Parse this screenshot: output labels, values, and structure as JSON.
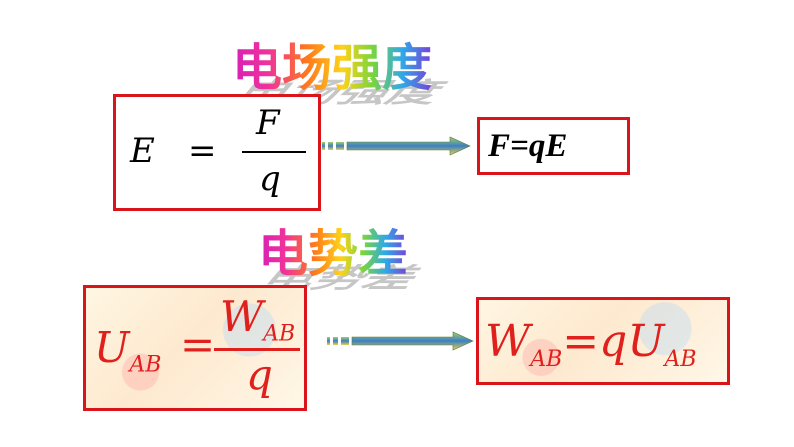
{
  "titles": {
    "field": "电场强度",
    "potential": "电势差"
  },
  "formula1": {
    "lhs": "E",
    "eq": "=",
    "numerator": "F",
    "denominator": "q",
    "result": "F=qE"
  },
  "formula2": {
    "lhs_main": "U",
    "lhs_sub": "AB",
    "eq": "=",
    "num_main": "W",
    "num_sub": "AB",
    "denominator": "q",
    "res_lhs_main": "W",
    "res_lhs_sub": "AB",
    "res_eq": "=",
    "res_q": "q",
    "res_rhs_main": "U",
    "res_rhs_sub": "AB"
  },
  "colors": {
    "box_border": "#d9151b",
    "formula_red": "#e0201d",
    "arrow_green": "#5aa832",
    "arrow_blue": "#3c7fc4"
  },
  "icons": [
    "arrow-right-icon",
    "arrow-right-icon"
  ]
}
